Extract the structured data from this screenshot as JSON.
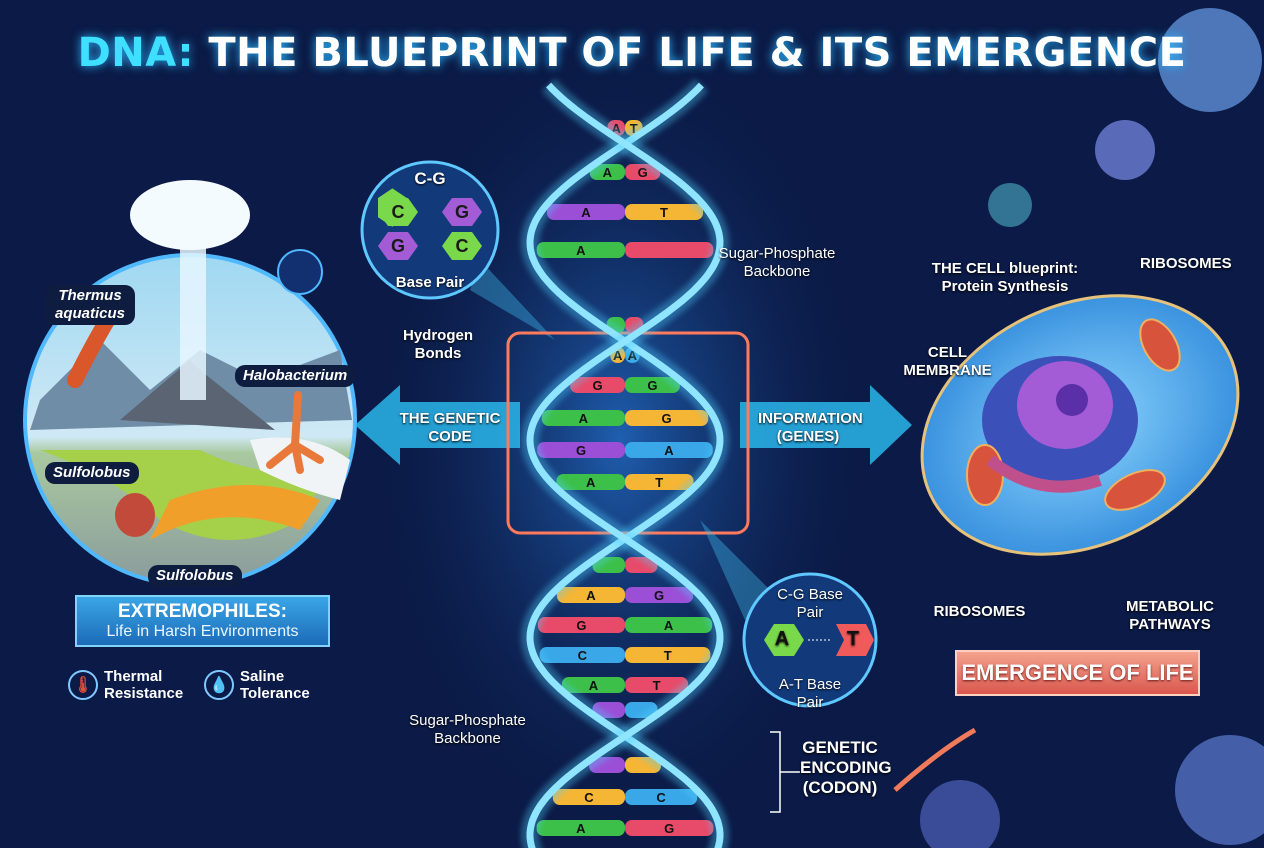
{
  "title": {
    "highlight": "DNA:",
    "rest": " THE BLUEPRINT OF LIFE & ITS EMERGENCE"
  },
  "extremophiles": {
    "organisms": [
      "Thermus aquaticus",
      "Halobacterium",
      "Sulfolobus",
      "Sulfolobus"
    ],
    "banner_title": "EXTREMOPHILES:",
    "banner_subtitle": "Life in Harsh Environments",
    "traits": [
      {
        "icon": "thermometer-icon",
        "label": "Thermal Resistance"
      },
      {
        "icon": "water-drop-icon",
        "label": "Saline Tolerance"
      }
    ]
  },
  "cg_inset": {
    "title": "C-G",
    "bases": [
      "C",
      "G",
      "G",
      "C"
    ],
    "label": "Base Pair"
  },
  "hydrogen_bonds": "Hydrogen Bonds",
  "backbone_top": "Sugar-Phosphate Backbone",
  "backbone_bottom": "Sugar-Phosphate Backbone",
  "arrow_left": "THE GENETIC CODE",
  "arrow_right": "INFORMATION (GENES)",
  "at_inset": {
    "top": "C-G Base Pair",
    "bases": [
      "A",
      "T"
    ],
    "bottom": "A-T Base Pair"
  },
  "genetic_encoding": "GENETIC ENCODING (CODON)",
  "cell": {
    "blueprint": "THE CELL blueprint: Protein Synthesis",
    "ribosomes_top": "RIBOSOMES",
    "membrane": "CELL MEMBRANE",
    "ribosomes_bottom": "RIBOSOMES",
    "metabolic": "METABOLIC PATHWAYS"
  },
  "emergence": "EMERGENCE OF LIFE",
  "dna_rungs": [
    [
      "A",
      "T"
    ],
    [
      "A",
      "G"
    ],
    [
      "A",
      "T"
    ],
    [
      "A",
      ""
    ],
    [
      "",
      ""
    ],
    [
      "A",
      "A"
    ],
    [
      "G",
      "G"
    ],
    [
      "A",
      "G"
    ],
    [
      "G",
      "A"
    ],
    [
      "A",
      "T"
    ],
    [
      "",
      ""
    ],
    [
      "A",
      "G"
    ],
    [
      "G",
      "A"
    ],
    [
      "C",
      "T"
    ],
    [
      "A",
      "T"
    ],
    [
      "",
      ""
    ],
    [
      "",
      ""
    ],
    [
      "C",
      "C"
    ],
    [
      "A",
      "G"
    ]
  ],
  "colors": {
    "background": "#0b1a46",
    "helix": "#4fd0ff",
    "accent": "#3fe0ff",
    "emergence": "#d9574e",
    "frame": "#ff7a5c"
  }
}
